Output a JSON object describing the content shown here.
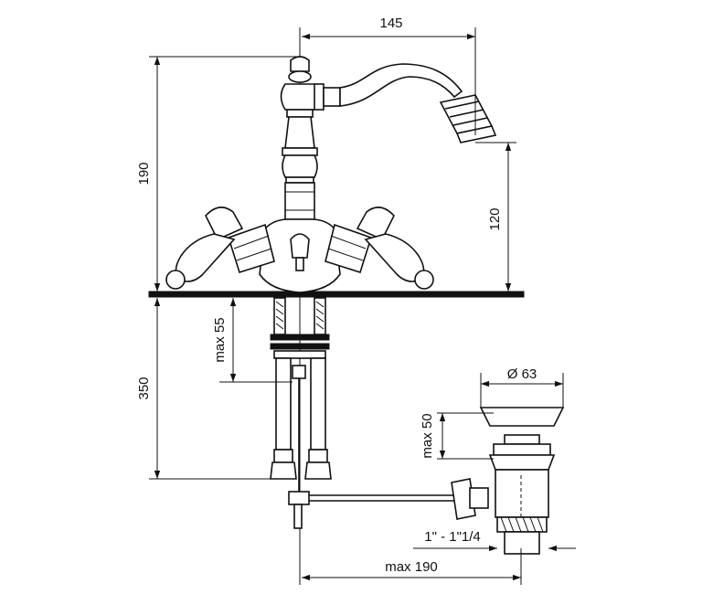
{
  "dimensions": {
    "spout_reach": "145",
    "total_height": "190",
    "spout_height": "120",
    "max_deck_thickness": "max 55",
    "below_deck_length": "350",
    "waste_diameter": "Ø 63",
    "max_basin_thickness": "max 50",
    "waste_thread": "1\" - 1\"1/4",
    "max_rod_distance": "max 190"
  }
}
